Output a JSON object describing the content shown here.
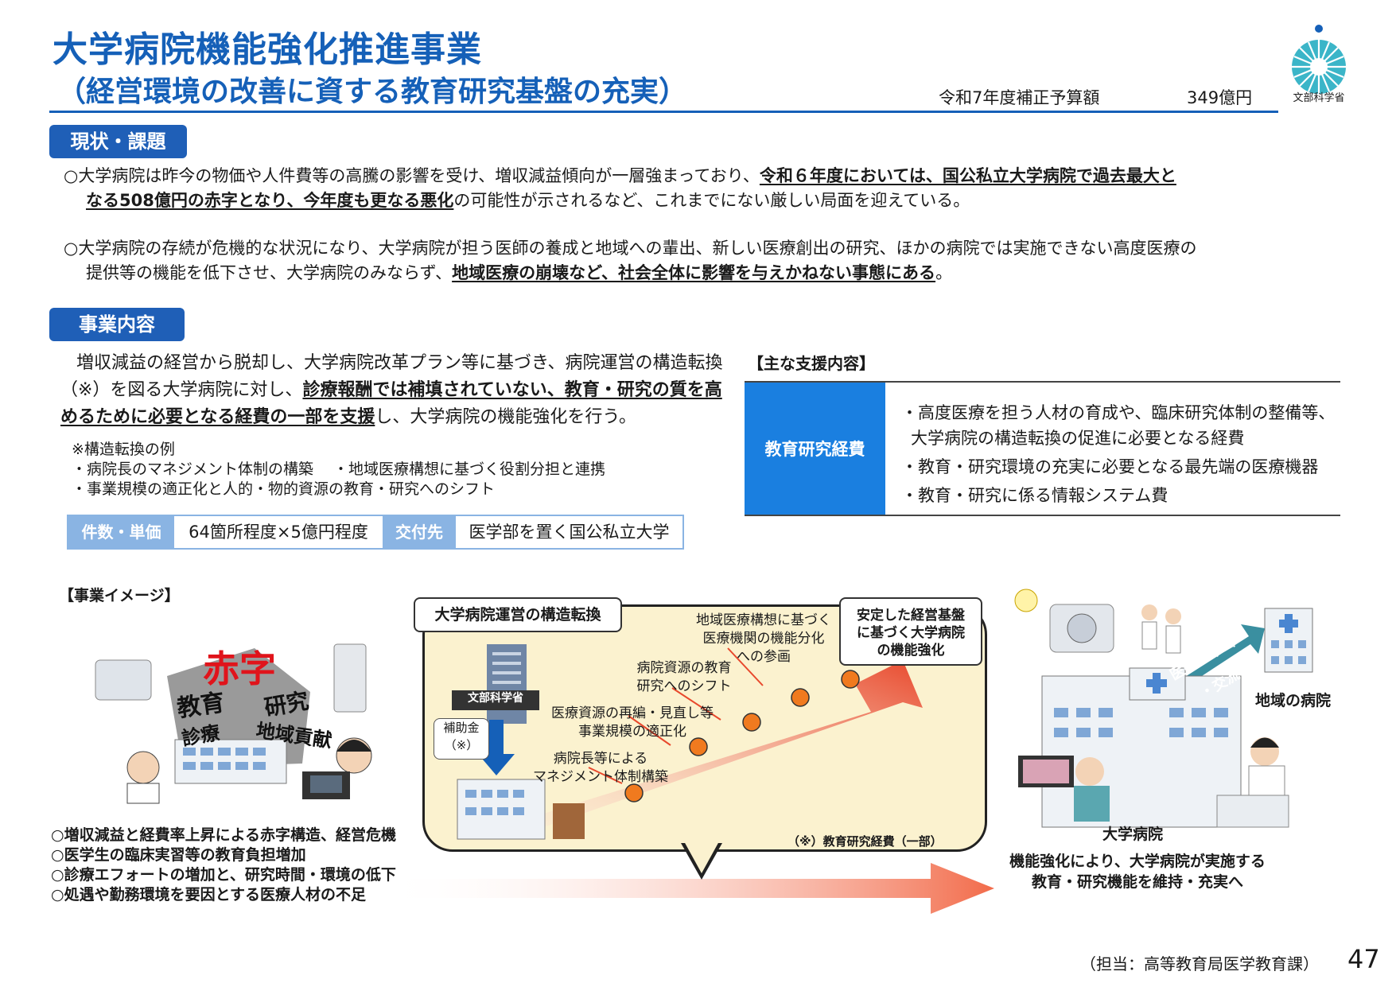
{
  "header": {
    "title_line1": "大学病院機能強化推進事業",
    "title_line2": "（経営環境の改善に資する教育研究基盤の充実）",
    "budget_label": "令和7年度補正予算額",
    "budget_value": "349億円",
    "ministry_logo_text": "文部科学省"
  },
  "section_current": {
    "label": "現状・課題",
    "p1_a": "○大学病院は昨今の物価や人件費等の高騰の影響を受け、増収減益傾向が一層強まっており、",
    "p1_b": "令和６年度においては、国公私立大学病院で過去最大と",
    "p1_c": "なる508億円の赤字となり、今年度も更なる悪化",
    "p1_d": "の可能性が示されるなど、これまでにない厳しい局面を迎えている。",
    "p2_a": "○大学病院の存続が危機的な状況になり、大学病院が担う医師の養成と地域への輩出、新しい医療創出の研究、ほかの病院では実施できない高度医療の",
    "p2_b": "提供等の機能を低下させ、大学病院のみならず、",
    "p2_c": "地域医療の崩壊など、社会全体に影響を与えかねない事態にある",
    "p2_d": "。"
  },
  "section_project": {
    "label": "事業内容",
    "p_a": "増収減益の経営から脱却し、大学病院改革プラン等に基づき、病院運営の構造転換（※）を図る大学病院に対し、",
    "p_b": "診療報酬では補填されていない、教育・研究の質を高めるために必要となる経費の一部を支援",
    "p_c": "し、大学病院の機能強化を行う。",
    "note_title": "※構造転換の例",
    "note_1": "・病院長のマネジメント体制の構築　 ・地域医療構想に基づく役割分担と連携",
    "note_2": "・事業規模の適正化と人的・物的資源の教育・研究へのシフト",
    "table": {
      "h1": "件数・単価",
      "v1": "64箇所程度×5億円程度",
      "h2": "交付先",
      "v2": "医学部を置く国公私立大学"
    }
  },
  "support": {
    "title": "【主な支援内容】",
    "head": "教育研究経費",
    "item1a": "・高度医療を担う人材の育成や、臨床研究体制の整備等、",
    "item1b": "大学病院の構造転換の促進に必要となる経費",
    "item2": "・教育・研究環境の充実に必要となる最先端の医療機器",
    "item3": "・教育・研究に係る情報システム費"
  },
  "image_section": {
    "title": "【事業イメージ】",
    "left_words": {
      "deficit": "赤字",
      "education": "教育",
      "research": "研究",
      "care": "診療",
      "community": "地域貢献"
    },
    "bullets": [
      "○増収減益と経費率上昇による赤字構造、経営危機",
      "○医学生の臨床実習等の教育負担増加",
      "○診療エフォートの増加と、研究時間・環境の低下",
      "○処遇や勤務環境を要因とする医療人材の不足"
    ],
    "center": {
      "label": "大学病院運営の構造転換",
      "ministry": "文部科学省",
      "subsidy_1": "補助金",
      "subsidy_2": "（※）",
      "step1_a": "病院長等による",
      "step1_b": "マネジメント体制構築",
      "step2_a": "医療資源の再編・見直し等",
      "step2_b": "事業規模の適正化",
      "step3_a": "病院資源の教育",
      "step3_b": "研究へのシフト",
      "step4_a": "地域医療構想に基づく",
      "step4_b": "医療機関の機能分化",
      "step4_c": "への参画",
      "stable_a": "安定した経営基盤",
      "stable_b": "に基づく大学病院",
      "stable_c": "の機能強化",
      "footnote": "（※）教育研究経費（一部）"
    },
    "right": {
      "arrow_text_1": "医師の輩出",
      "arrow_text_2": "・交流",
      "regional": "地域の病院",
      "univ": "大学病院",
      "caption_1": "機能強化により、大学病院が実施する",
      "caption_2": "教育・研究機能を維持・充実へ"
    }
  },
  "footer": {
    "contact": "（担当：高等教育局医学教育課）",
    "page": "47"
  },
  "colors": {
    "brand_blue": "#1560b8",
    "section_blue": "#1f5fb7",
    "support_blue": "#1a7fe0",
    "table_blue": "#8ab4e3",
    "deficit_red": "#e0141b",
    "bubble_bg": "#fbf2cf",
    "logo_teal": "#3bb5c8"
  }
}
